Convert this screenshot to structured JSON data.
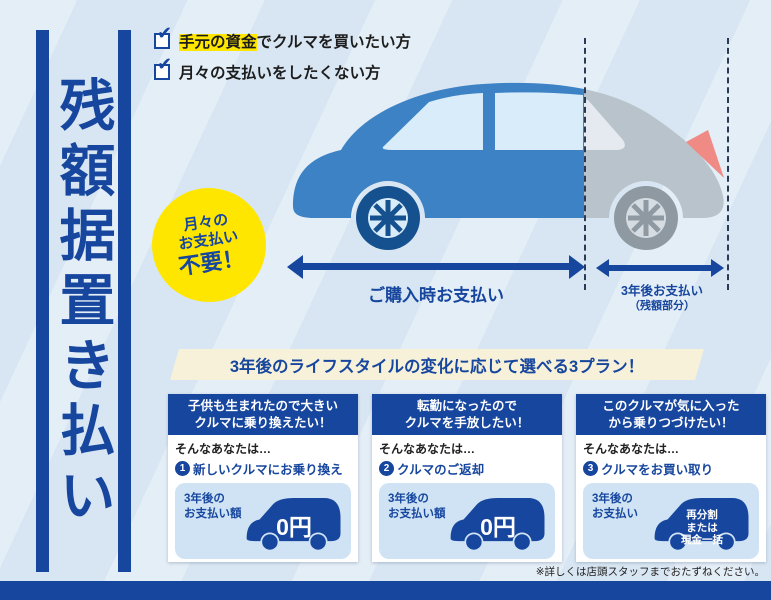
{
  "poster": {
    "vertical_title": "残額据置き払い",
    "footnote": "※詳しくは店頭スタッフまでおたずねください。"
  },
  "icons": {
    "check": "✔"
  },
  "colors": {
    "accent_blue": "#17469e",
    "highlight_yellow": "#ffe600",
    "car_blue": "#3c82c4",
    "car_gray": "#b9c3cb",
    "background_light_blue": "#d8e6f3",
    "price_box_blue": "#cfe3f4",
    "banner_cream": "#f6f1d8"
  },
  "checklist": [
    {
      "highlight": "手元の資金",
      "rest": "でクルマを買いたい方"
    },
    {
      "highlight": "",
      "rest": "月々の支払いをしたくない方"
    }
  ],
  "diagram": {
    "burst": {
      "line1": "月々の",
      "line2": "お支払い",
      "line3": "不要！"
    },
    "purchase_arrow_label": "ご購入時お支払い",
    "later_arrow_label": "3年後お支払い",
    "later_arrow_sublabel": "（残額部分）"
  },
  "banner": {
    "text": "3年後のライフスタイルの変化に応じて選べる3プラン！"
  },
  "plans": [
    {
      "header": "子供も生まれたので大きい\nクルマに乗り換えたい！",
      "lead": "そんなあなたは…",
      "number": "1",
      "option": "新しいクルマにお乗り換え",
      "price_label": "3年後の\nお支払い額",
      "price": "0円"
    },
    {
      "header": "転勤になったので\nクルマを手放したい！",
      "lead": "そんなあなたは…",
      "number": "2",
      "option": "クルマのご返却",
      "price_label": "3年後の\nお支払い額",
      "price": "0円"
    },
    {
      "header": "このクルマが気に入った\nから乗りつづけたい！",
      "lead": "そんなあなたは…",
      "number": "3",
      "option": "クルマをお買い取り",
      "price_label": "3年後の\nお支払い",
      "price": "再分割\nまたは\n現金一括"
    }
  ]
}
